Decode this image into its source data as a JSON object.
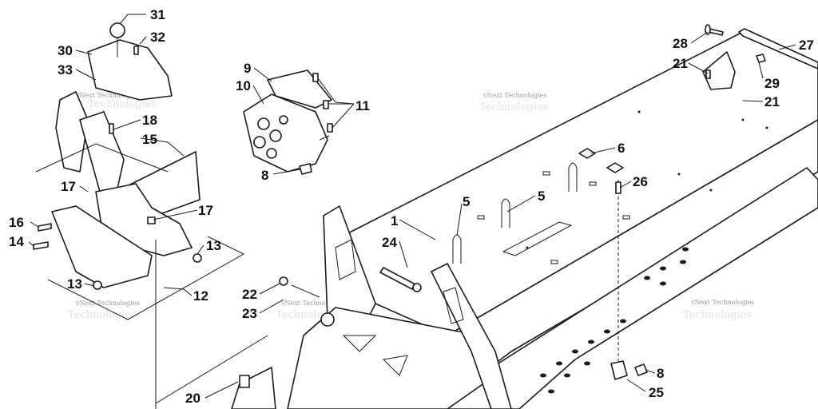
{
  "callouts": [
    {
      "id": "c31",
      "text": "31"
    },
    {
      "id": "c32",
      "text": "32"
    },
    {
      "id": "c30",
      "text": "30"
    },
    {
      "id": "c33",
      "text": "33"
    },
    {
      "id": "c18",
      "text": "18"
    },
    {
      "id": "c15",
      "text": "15"
    },
    {
      "id": "c17a",
      "text": "17"
    },
    {
      "id": "c17b",
      "text": "17"
    },
    {
      "id": "c16",
      "text": "16"
    },
    {
      "id": "c14",
      "text": "14"
    },
    {
      "id": "c13a",
      "text": "13"
    },
    {
      "id": "c13b",
      "text": "13"
    },
    {
      "id": "c12",
      "text": "12"
    },
    {
      "id": "c9",
      "text": "9"
    },
    {
      "id": "c10",
      "text": "10"
    },
    {
      "id": "c11",
      "text": "11"
    },
    {
      "id": "c8a",
      "text": "8"
    },
    {
      "id": "c22",
      "text": "22"
    },
    {
      "id": "c23",
      "text": "23"
    },
    {
      "id": "c20",
      "text": "20"
    },
    {
      "id": "c1",
      "text": "1"
    },
    {
      "id": "c24",
      "text": "24"
    },
    {
      "id": "c5a",
      "text": "5"
    },
    {
      "id": "c5b",
      "text": "5"
    },
    {
      "id": "c6",
      "text": "6"
    },
    {
      "id": "c26",
      "text": "26"
    },
    {
      "id": "c28",
      "text": "28"
    },
    {
      "id": "c27",
      "text": "27"
    },
    {
      "id": "c21a",
      "text": "21"
    },
    {
      "id": "c29",
      "text": "29"
    },
    {
      "id": "c21b",
      "text": "21"
    },
    {
      "id": "c8b",
      "text": "8"
    },
    {
      "id": "c25",
      "text": "25"
    }
  ],
  "watermark": {
    "line1": "vNext Technologies",
    "line2": "Technologies"
  }
}
